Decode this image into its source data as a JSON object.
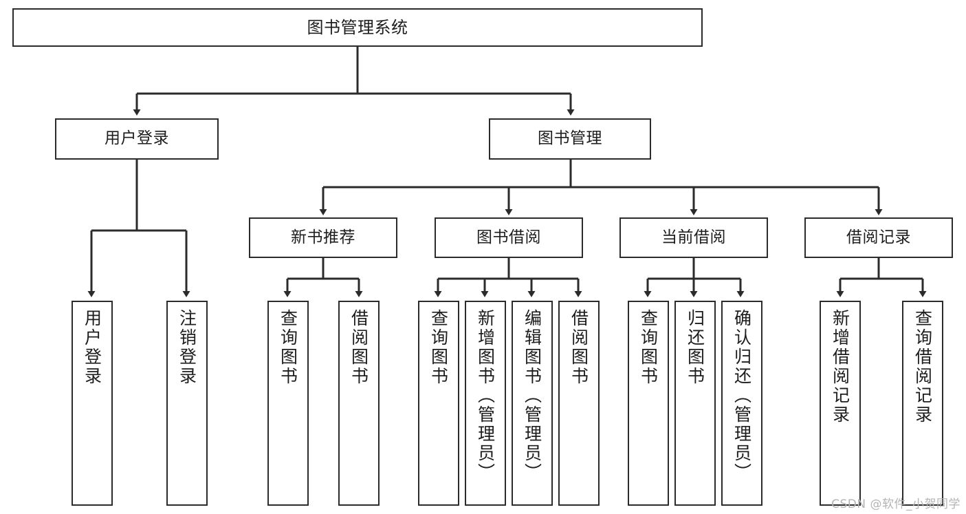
{
  "diagram": {
    "title": "图书管理系统",
    "type": "tree",
    "root": {
      "id": "root",
      "label": "图书管理系统"
    },
    "level1": [
      {
        "id": "user-login",
        "label": "用户登录"
      },
      {
        "id": "book-manage",
        "label": "图书管理"
      }
    ],
    "level2": [
      {
        "id": "new-book-rec",
        "label": "新书推荐",
        "parent": "book-manage"
      },
      {
        "id": "book-borrow",
        "label": "图书借阅",
        "parent": "book-manage"
      },
      {
        "id": "current-borrow",
        "label": "当前借阅",
        "parent": "book-manage"
      },
      {
        "id": "borrow-record",
        "label": "借阅记录",
        "parent": "book-manage"
      }
    ],
    "leaves": [
      {
        "id": "leaf-user-login",
        "label": "用户登录",
        "parent": "user-login"
      },
      {
        "id": "leaf-logout",
        "label": "注销登录",
        "parent": "user-login"
      },
      {
        "id": "leaf-query-book-1",
        "label": "查询图书",
        "parent": "new-book-rec"
      },
      {
        "id": "leaf-borrow-book-1",
        "label": "借阅图书",
        "parent": "new-book-rec"
      },
      {
        "id": "leaf-query-book-2",
        "label": "查询图书",
        "parent": "book-borrow"
      },
      {
        "id": "leaf-add-book",
        "label": "新增图书（管理员）",
        "parent": "book-borrow"
      },
      {
        "id": "leaf-edit-book",
        "label": "编辑图书（管理员）",
        "parent": "book-borrow"
      },
      {
        "id": "leaf-borrow-book-2",
        "label": "借阅图书",
        "parent": "book-borrow"
      },
      {
        "id": "leaf-query-book-3",
        "label": "查询图书",
        "parent": "current-borrow"
      },
      {
        "id": "leaf-return-book",
        "label": "归还图书",
        "parent": "current-borrow"
      },
      {
        "id": "leaf-confirm-return",
        "label": "确认归还（管理员）",
        "parent": "current-borrow"
      },
      {
        "id": "leaf-add-record",
        "label": "新增借阅记录",
        "parent": "borrow-record"
      },
      {
        "id": "leaf-query-record",
        "label": "查询借阅记录",
        "parent": "borrow-record"
      }
    ]
  },
  "style": {
    "stroke_color": "#2b2b2b",
    "text_color": "#1d1d1d",
    "background": "#ffffff",
    "watermark_color": "#b4b4b4"
  },
  "watermark": {
    "text": "CSDN @软件_小贺同学"
  }
}
